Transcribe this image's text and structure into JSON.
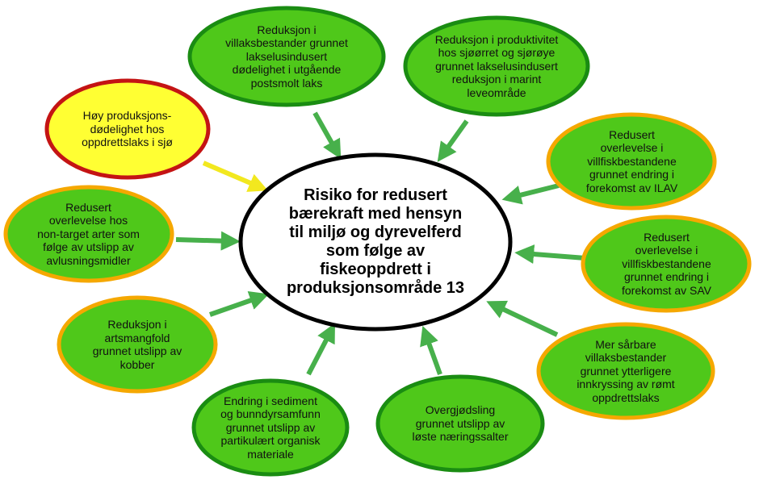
{
  "center": {
    "text": "Risiko for redusert\nbærekraft med hensyn\ntil miljø og dyrevelferd\nsom følge av\nfiskeoppdrett i\nproduksjonsområde 13"
  },
  "colors": {
    "node_fill_green": "#4fc81a",
    "node_fill_yellow": "#ffff33",
    "border_dark_green": "#1a8c12",
    "border_orange": "#f5a800",
    "border_red": "#c41414",
    "arrow_green": "#47b04b",
    "arrow_yellow": "#f2e81f",
    "center_fill": "#ffffff",
    "center_border": "#000000"
  },
  "factors": [
    {
      "id": "villaks-lakselus",
      "text": "Reduksjon i\nvillaksbestander grunnet\nlakselusindusert\ndødelighet i utgående\npostsmolt laks",
      "risk": "high"
    },
    {
      "id": "sjoorret-lakselus",
      "text": "Reduksjon i produktivitet\nhos sjøørret og sjørøye\ngrunnet lakselusindusert\nreduksjon i marint\nleveområde",
      "risk": "high"
    },
    {
      "id": "ilav",
      "text": "Redusert\noverlevelse i\nvillfiskbestandene\ngrunnet endring i\nforekomst av ILAV",
      "risk": "moderate"
    },
    {
      "id": "sav",
      "text": "Redusert\noverlevelse i\nvillfiskbestandene\ngrunnet endring i\nforekomst av SAV",
      "risk": "moderate"
    },
    {
      "id": "romt-oppdrettslaks",
      "text": "Mer sårbare\nvillaksbestander\ngrunnet ytterligere\ninnkryssing av rømt\noppdrettslaks",
      "risk": "moderate"
    },
    {
      "id": "naeringssalter",
      "text": "Overgjødsling\ngrunnet utslipp av\nløste næringssalter",
      "risk": "high"
    },
    {
      "id": "organisk-materiale",
      "text": "Endring i sediment\nog bunndyrsamfunn\ngrunnet utslipp av\npartikulært organisk\nmateriale",
      "risk": "high"
    },
    {
      "id": "kobber",
      "text": "Reduksjon i\nartsmangfold\ngrunnet utslipp av\nkobber",
      "risk": "moderate"
    },
    {
      "id": "avlusningsmidler",
      "text": "Redusert\noverlevelse hos\nnon-target arter som\nfølge av utslipp av\navlusningsmidler",
      "risk": "moderate"
    },
    {
      "id": "produksjonsdodelighet",
      "text": "Høy produksjons-\ndødelighet hos\noppdrettslaks i sjø",
      "risk": "alert"
    }
  ]
}
